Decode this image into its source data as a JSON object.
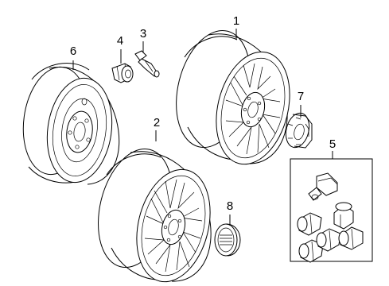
{
  "callouts": {
    "c1": "1",
    "c2": "2",
    "c3": "3",
    "c4": "4",
    "c5": "5",
    "c6": "6",
    "c7": "7",
    "c8": "8"
  },
  "parts": [
    {
      "name": "alloy-wheel",
      "callout": "1"
    },
    {
      "name": "alloy-wheel",
      "callout": "2"
    },
    {
      "name": "valve-stem",
      "callout": "3"
    },
    {
      "name": "lug-nut",
      "callout": "4"
    },
    {
      "name": "wheel-lock-kit",
      "callout": "5"
    },
    {
      "name": "spare-wheel",
      "callout": "6"
    },
    {
      "name": "center-cap",
      "callout": "7"
    },
    {
      "name": "center-cap",
      "callout": "8"
    }
  ]
}
